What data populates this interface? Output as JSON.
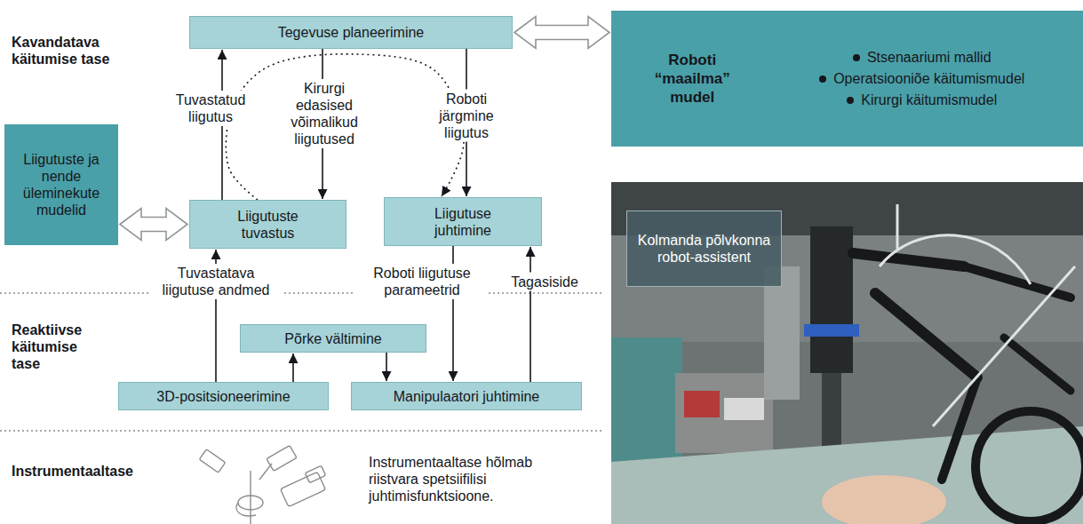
{
  "diagram": {
    "nodes": [
      {
        "text": [
          "Tegevuse planeerimine"
        ]
      },
      {
        "text": [
          "Roboti “maailma” mudel",
          "Stsenaariumi mallid",
          "Operatsiooniõe käitumismudel",
          "Kirurgi käitumismudel"
        ]
      },
      {
        "text": [
          "Liigutuste ja nende üleminekute mudelid"
        ]
      },
      {
        "text": [
          "Liigutuste tuvastus"
        ]
      },
      {
        "text": [
          "Liigutuse juhtimine"
        ]
      },
      {
        "text": [
          "Põrke vältimine"
        ]
      },
      {
        "text": [
          "3D-positsioneerimine"
        ]
      },
      {
        "text": [
          "Manipulaatori juhtimine"
        ]
      },
      {
        "text": [
          "Kolmanda põlvkonna robot-assistent"
        ]
      }
    ],
    "edges": [
      {
        "from": 0,
        "to": 1,
        "arrow": "both"
      },
      {
        "from": 3,
        "to": 0,
        "label": "Tuvastatud liigutus",
        "arrow": "to"
      },
      {
        "from": 0,
        "to": 3,
        "label": "Kirurgi edasised võimalikud liigutused",
        "arrow": "to"
      },
      {
        "from": 0,
        "to": 4,
        "label": "Roboti järgmine liigutus",
        "arrow": "to"
      },
      {
        "from": 3,
        "to": 4,
        "arrow": "to"
      },
      {
        "from": 2,
        "to": 3,
        "arrow": "both"
      },
      {
        "from": 6,
        "to": 3,
        "label": "Tuvastatava liigutuse andmed",
        "arrow": "to"
      },
      {
        "from": 4,
        "to": 7,
        "label": "Roboti liigutuse parameetrid",
        "arrow": "to"
      },
      {
        "from": 7,
        "to": 4,
        "label": "Tagasiside",
        "arrow": "to"
      },
      {
        "from": 6,
        "to": 5,
        "arrow": "to"
      },
      {
        "from": 5,
        "to": 7,
        "arrow": "to"
      }
    ],
    "labels": [
      "Kavandatava käitumise tase",
      "Reaktiivse käitumise tase",
      "Instrumentaaltase",
      "Instrumentaaltase hõlmab riistvara spetsiifilisi juhtimisfunktsioone."
    ]
  }
}
